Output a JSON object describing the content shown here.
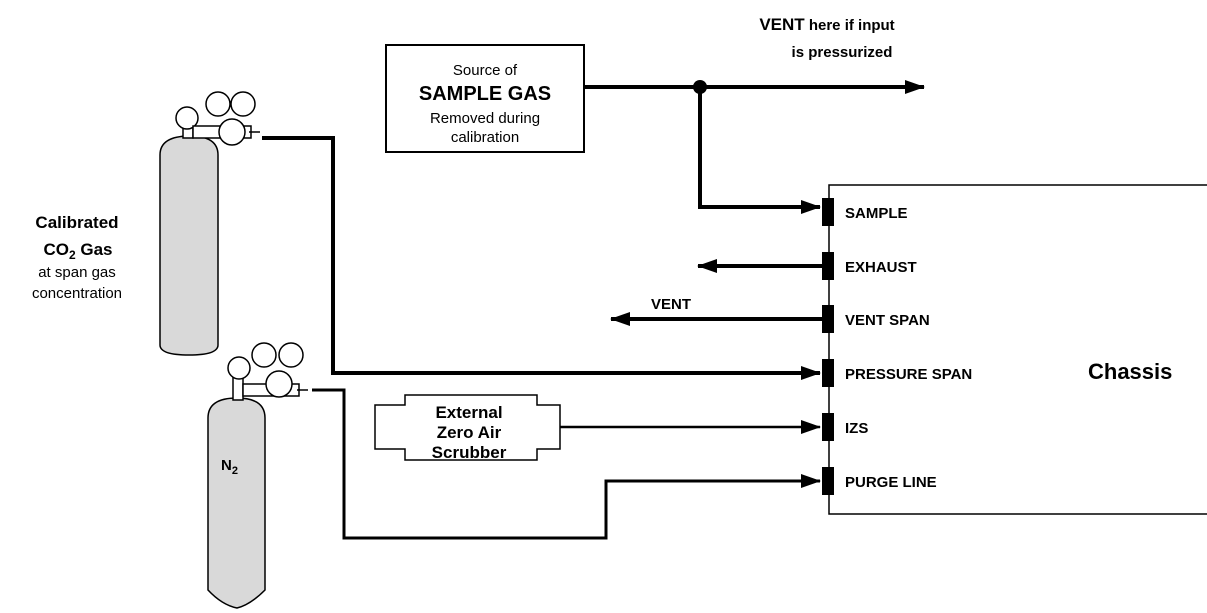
{
  "source_box": {
    "line1": "Source of",
    "line2": "SAMPLE GAS",
    "line3": "Removed during",
    "line4": "calibration"
  },
  "vent_top": {
    "bold": "VENT",
    "rest": " here if input",
    "line2": "is pressurized"
  },
  "co2_label": {
    "line1": "Calibrated",
    "line2_main": "CO",
    "line2_sub": "2",
    "line2_tail": " Gas",
    "line3": "at span gas",
    "line4": "concentration"
  },
  "n2_label": {
    "main": "N",
    "sub": "2"
  },
  "scrubber": {
    "line1": "External",
    "line2": "Zero Air",
    "line3": "Scrubber"
  },
  "vent_span_arrow_label": "VENT",
  "chassis": {
    "title": "Chassis",
    "ports": [
      "SAMPLE",
      "EXHAUST",
      "VENT SPAN",
      "PRESSURE SPAN",
      "IZS",
      "PURGE LINE"
    ]
  },
  "colors": {
    "cylinder_fill": "#d9d9d9",
    "line": "#000000",
    "background": "#ffffff"
  }
}
